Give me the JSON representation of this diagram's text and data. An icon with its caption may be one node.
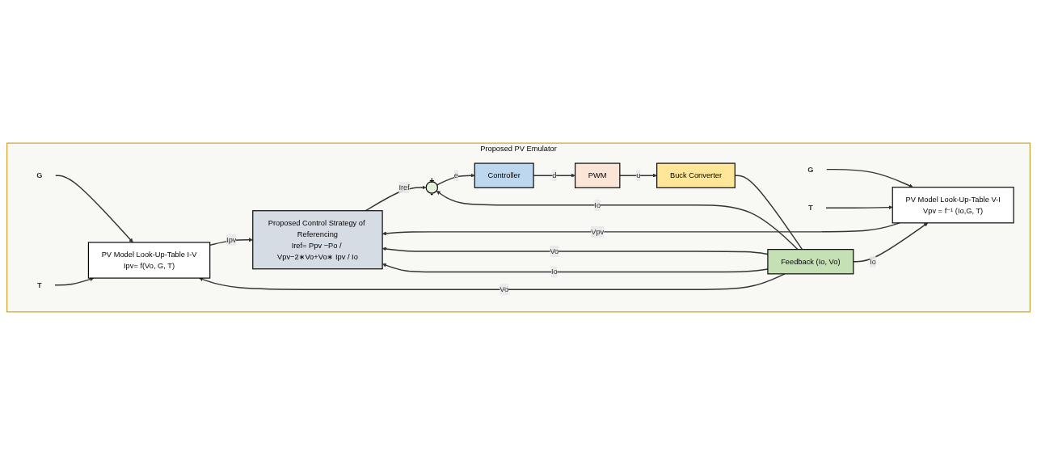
{
  "diagram": {
    "nodes": [
      {
        "text": [
          "Proposed PV Emulator"
        ]
      },
      {
        "text": [
          "G"
        ],
        "in": 0
      },
      {
        "text": [
          "T"
        ],
        "in": 0
      },
      {
        "text": [
          "PV Model Look-Up-Table I-V",
          "Ipv= f(Vo, G, T)"
        ],
        "in": 0
      },
      {
        "text": [
          "PV Model Look-Up-Table V-I",
          "Vpv = f⁻¹ (Io,G, T)"
        ],
        "in": 0
      },
      {
        "text": [
          "G"
        ],
        "in": 0
      },
      {
        "text": [
          "T"
        ],
        "in": 0
      },
      {
        "text": [
          "Proposed Control Strategy of Referencing",
          "Iref= Ppv −Po / Vpv−2∗Vo+Vo∗ Ipv / Io"
        ],
        "in": 0
      },
      {
        "text": [
          "+",
          "-"
        ],
        "in": 0
      },
      {
        "text": [
          "Controller"
        ],
        "in": 0
      },
      {
        "text": [
          "PWM"
        ],
        "in": 0
      },
      {
        "text": [
          "Buck Converter"
        ],
        "in": 0
      },
      {
        "text": [
          "Feedback (Io, Vo)"
        ],
        "in": 0
      }
    ],
    "edges": [
      {
        "from": 1,
        "to": 3,
        "arrow": "to"
      },
      {
        "from": 2,
        "to": 3,
        "arrow": "to"
      },
      {
        "from": 5,
        "to": 4,
        "arrow": "to"
      },
      {
        "from": 6,
        "to": 4,
        "arrow": "to"
      },
      {
        "from": 3,
        "to": 7,
        "label": "Ipv",
        "arrow": "to"
      },
      {
        "from": 4,
        "to": 7,
        "label": "Vpv",
        "arrow": "to"
      },
      {
        "from": 7,
        "to": 8,
        "label": "Iref",
        "arrow": "to"
      },
      {
        "from": 8,
        "to": 9,
        "label": "e",
        "arrow": "to"
      },
      {
        "from": 9,
        "to": 10,
        "label": "d",
        "arrow": "to"
      },
      {
        "from": 10,
        "to": 11,
        "label": "u",
        "arrow": "to"
      },
      {
        "from": 11,
        "to": 12,
        "arrow": "none"
      },
      {
        "from": 12,
        "to": 3,
        "label": "Vo",
        "arrow": "to"
      },
      {
        "from": 12,
        "to": 4,
        "label": "Io",
        "arrow": "to"
      },
      {
        "from": 12,
        "to": 7,
        "label": "Vo",
        "arrow": "to"
      },
      {
        "from": 12,
        "to": 7,
        "label": "Io",
        "arrow": "to"
      },
      {
        "from": 12,
        "to": 8,
        "label": "Io",
        "arrow": "to"
      }
    ]
  }
}
